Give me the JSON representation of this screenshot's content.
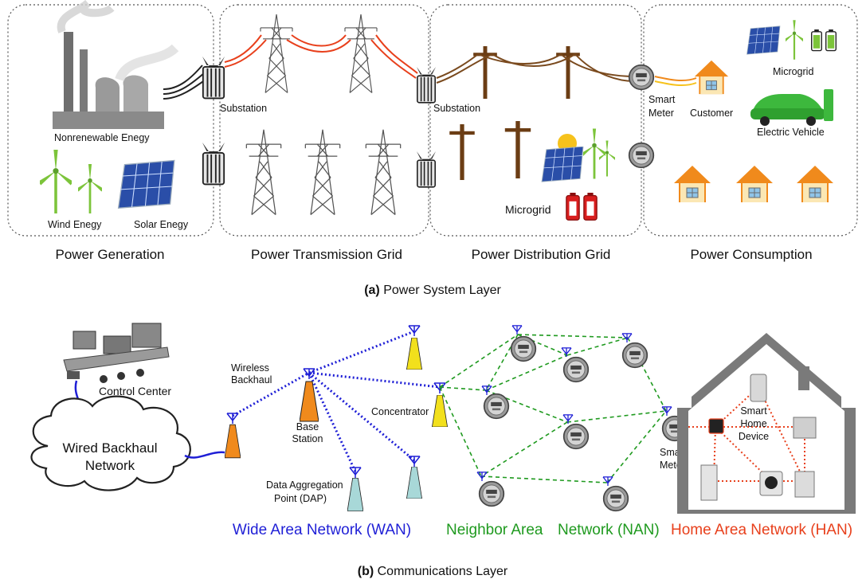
{
  "power_layer": {
    "caption_prefix": "(a)",
    "caption_text": "Power System Layer",
    "sections": {
      "generation": "Power Generation",
      "transmission": "Power Transmission Grid",
      "distribution": "Power Distribution Grid",
      "consumption": "Power Consumption"
    },
    "labels": {
      "nonrenewable": "Nonrenewable Enegy",
      "wind": "Wind Enegy",
      "solar": "Solar Enegy",
      "substation_1": "Substation",
      "substation_2": "Substation",
      "smart_meter_1": "Smart",
      "smart_meter_2": "Meter",
      "customer": "Customer",
      "microgrid_consumption": "Microgrid",
      "electric_vehicle": "Electric Vehicle",
      "microgrid_distribution": "Microgrid"
    }
  },
  "comm_layer": {
    "caption_prefix": "(b)",
    "caption_text": "Communications Layer",
    "labels": {
      "control_center": "Control Center",
      "wired_backhaul_1": "Wired Backhaul",
      "wired_backhaul_2": "Network",
      "wireless_backhaul_1": "Wireless",
      "wireless_backhaul_2": "Backhaul",
      "base_station_1": "Base",
      "base_station_2": "Station",
      "concentrator": "Concentrator",
      "dap_1": "Data Aggregation",
      "dap_2": "Point (DAP)",
      "smart_meter_1": "Smart",
      "smart_meter_2": "Meter",
      "smart_home_1": "Smart",
      "smart_home_2": "Home",
      "smart_home_3": "Device"
    },
    "networks": {
      "wan": "Wide Area Network (WAN)",
      "nan_1": "Neighbor Area",
      "nan_2": "Network (NAN)",
      "han": "Home Area Network (HAN)"
    }
  },
  "colors": {
    "wan": "#1f1fd6",
    "nan": "#1f9a1f",
    "han": "#e8401c",
    "transmission_line": "#e8401c",
    "distribution_line": "#7a4a1e",
    "pole": "#6b3d14",
    "base_station": "#f08a1c",
    "concentrator": "#f2e01c",
    "dap": "#a8d8d8",
    "house_roof": "#f08a1c"
  }
}
